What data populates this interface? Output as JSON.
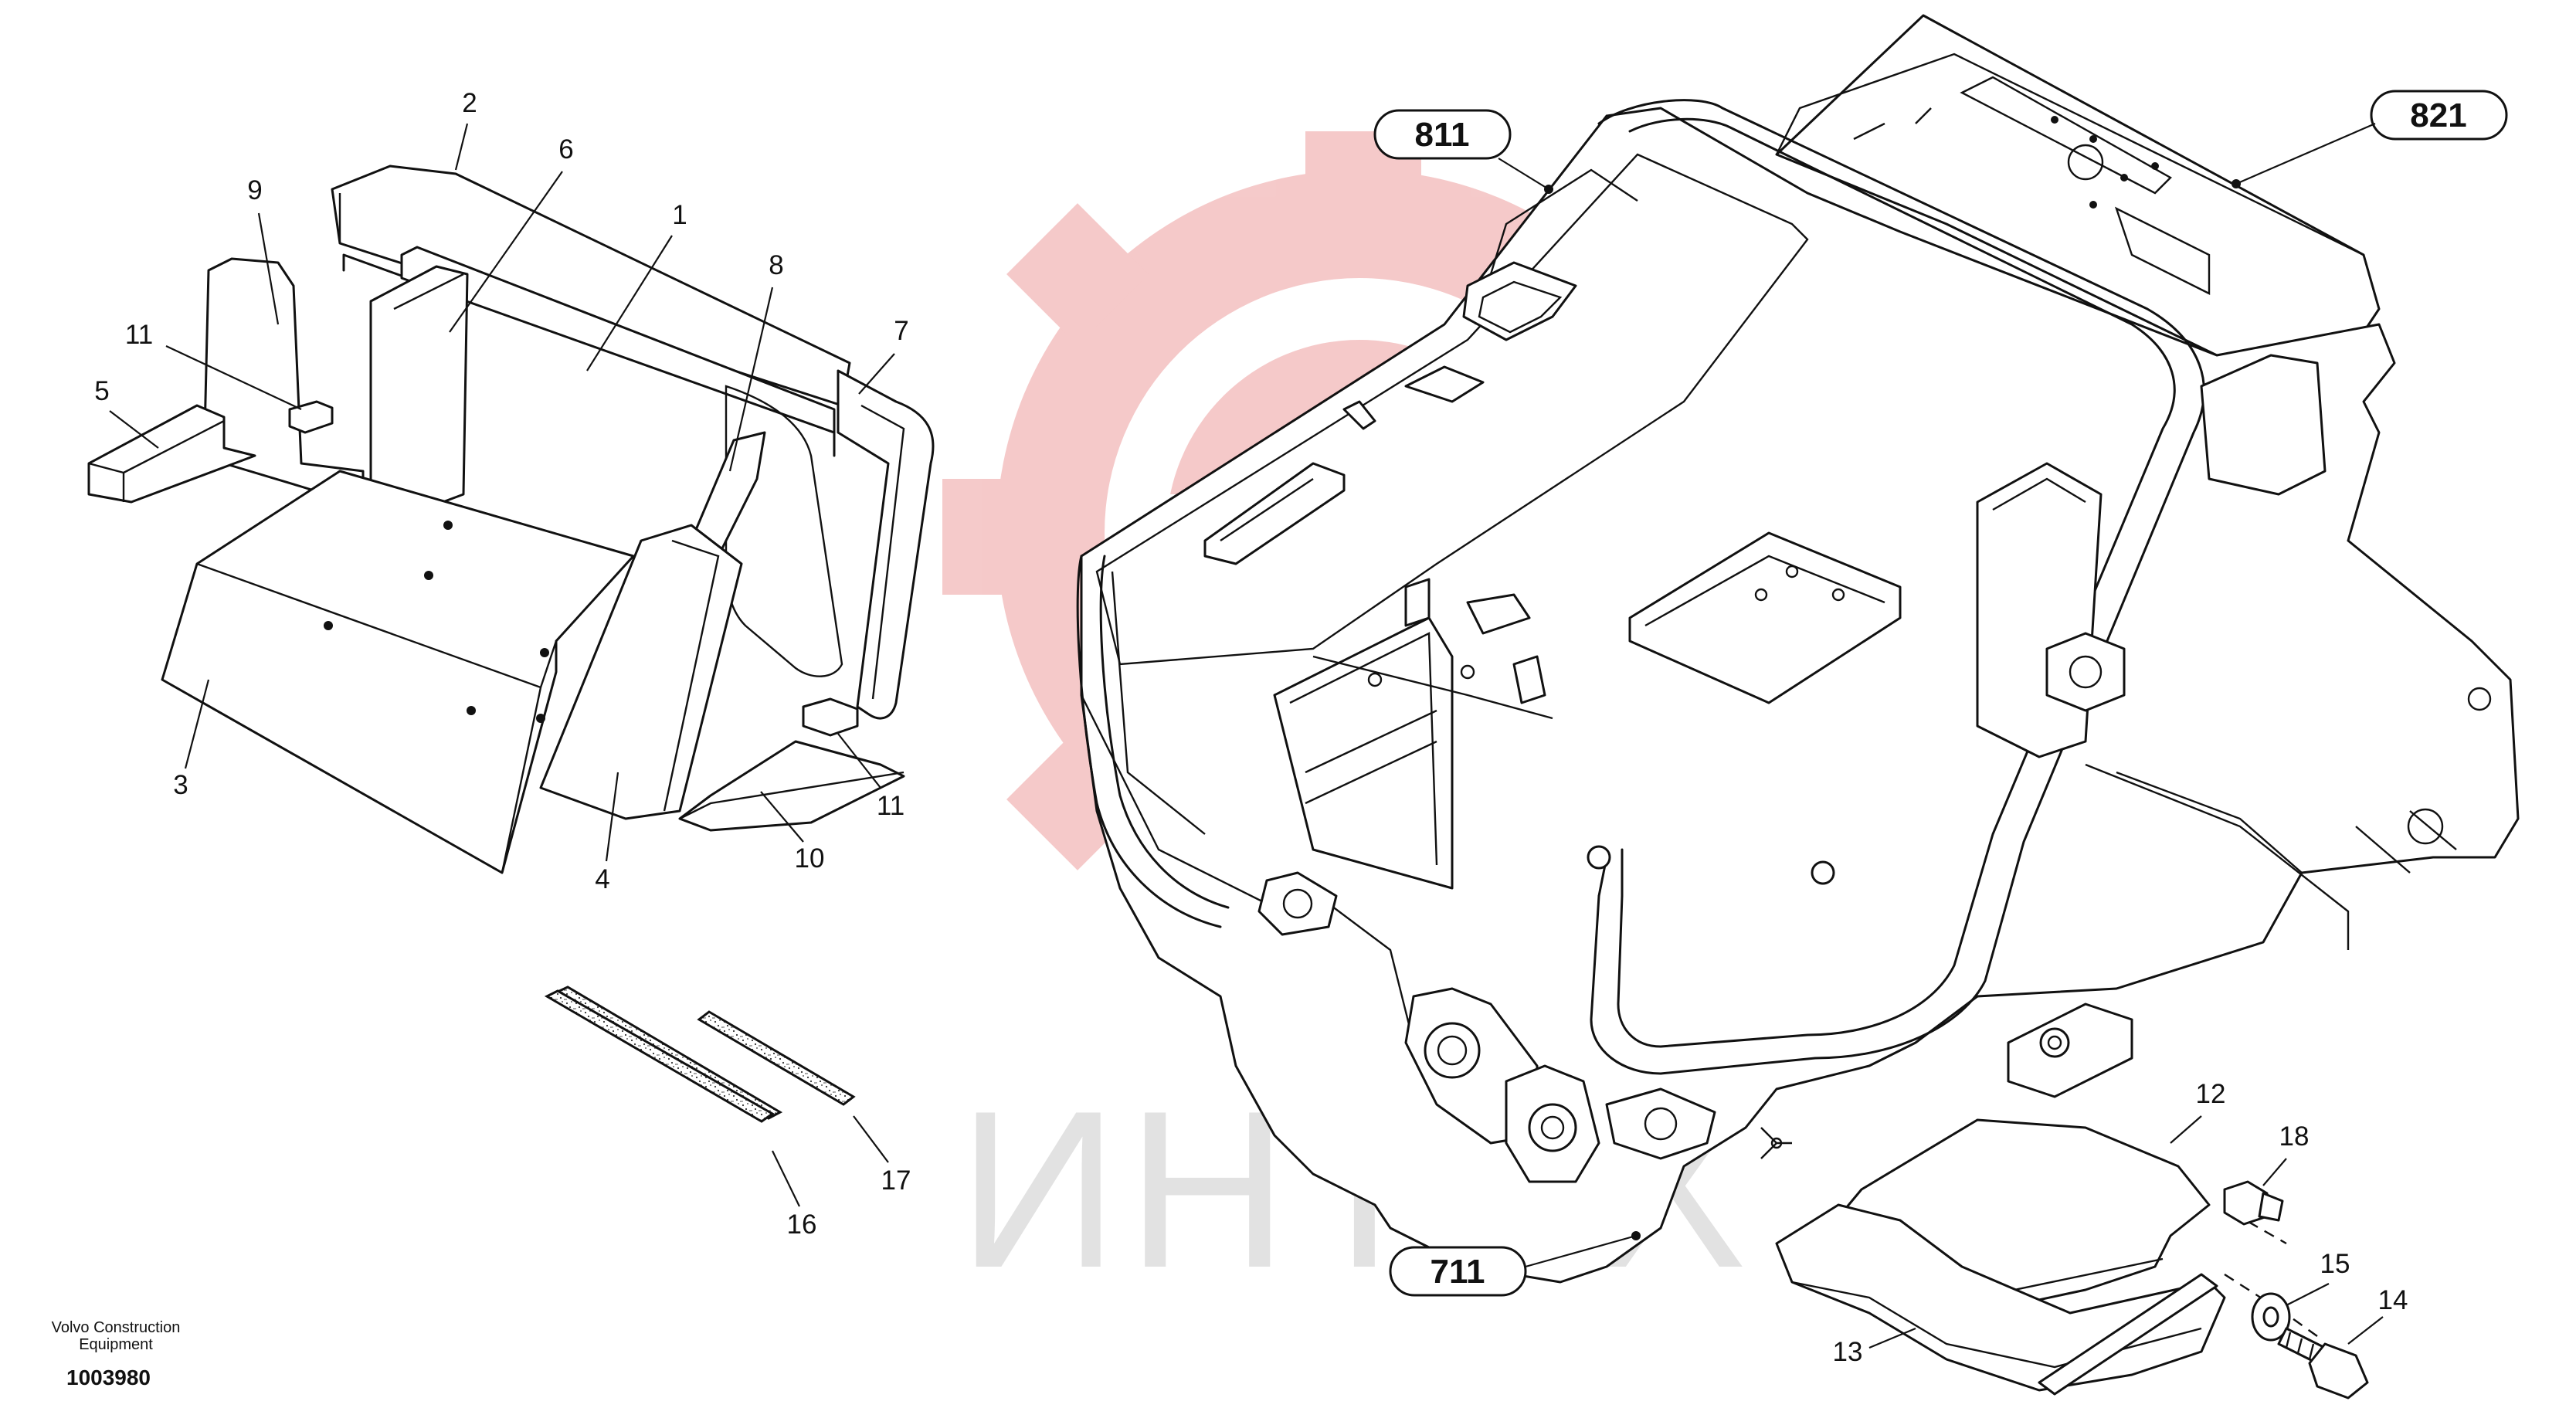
{
  "watermark": {
    "text": "ИНТЕХ",
    "color": "#f4c4c4"
  },
  "brand": "Volvo Construction\nEquipment",
  "drawing_number": "1003980",
  "part_labels": [
    "1",
    "2",
    "3",
    "4",
    "5",
    "6",
    "7",
    "8",
    "9",
    "10",
    "11",
    "11",
    "12",
    "13",
    "14",
    "15",
    "16",
    "17",
    "18"
  ],
  "section_tags": [
    "811",
    "821",
    "711"
  ]
}
